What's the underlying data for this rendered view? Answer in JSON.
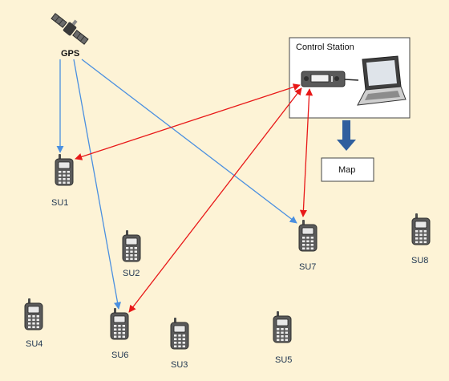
{
  "gps": {
    "label": "GPS",
    "icon": "satellite-icon"
  },
  "control_station": {
    "title": "Control Station",
    "radio_icon": "radio-base-icon",
    "laptop_icon": "laptop-icon"
  },
  "map": {
    "label": "Map"
  },
  "units": [
    {
      "id": "SU1",
      "label": "SU1"
    },
    {
      "id": "SU2",
      "label": "SU2"
    },
    {
      "id": "SU3",
      "label": "SU3"
    },
    {
      "id": "SU4",
      "label": "SU4"
    },
    {
      "id": "SU5",
      "label": "SU5"
    },
    {
      "id": "SU6",
      "label": "SU6"
    },
    {
      "id": "SU7",
      "label": "SU7"
    },
    {
      "id": "SU8",
      "label": "SU8"
    }
  ],
  "gps_links": [
    "SU1",
    "SU6",
    "SU7"
  ],
  "radio_links": [
    "SU1",
    "SU6",
    "SU7"
  ],
  "colors": {
    "background": "#fdf3d6",
    "gps_link": "#4a8fe0",
    "radio_link": "#e81818",
    "map_arrow": "#2f5f9e",
    "device_body": "#606060"
  }
}
